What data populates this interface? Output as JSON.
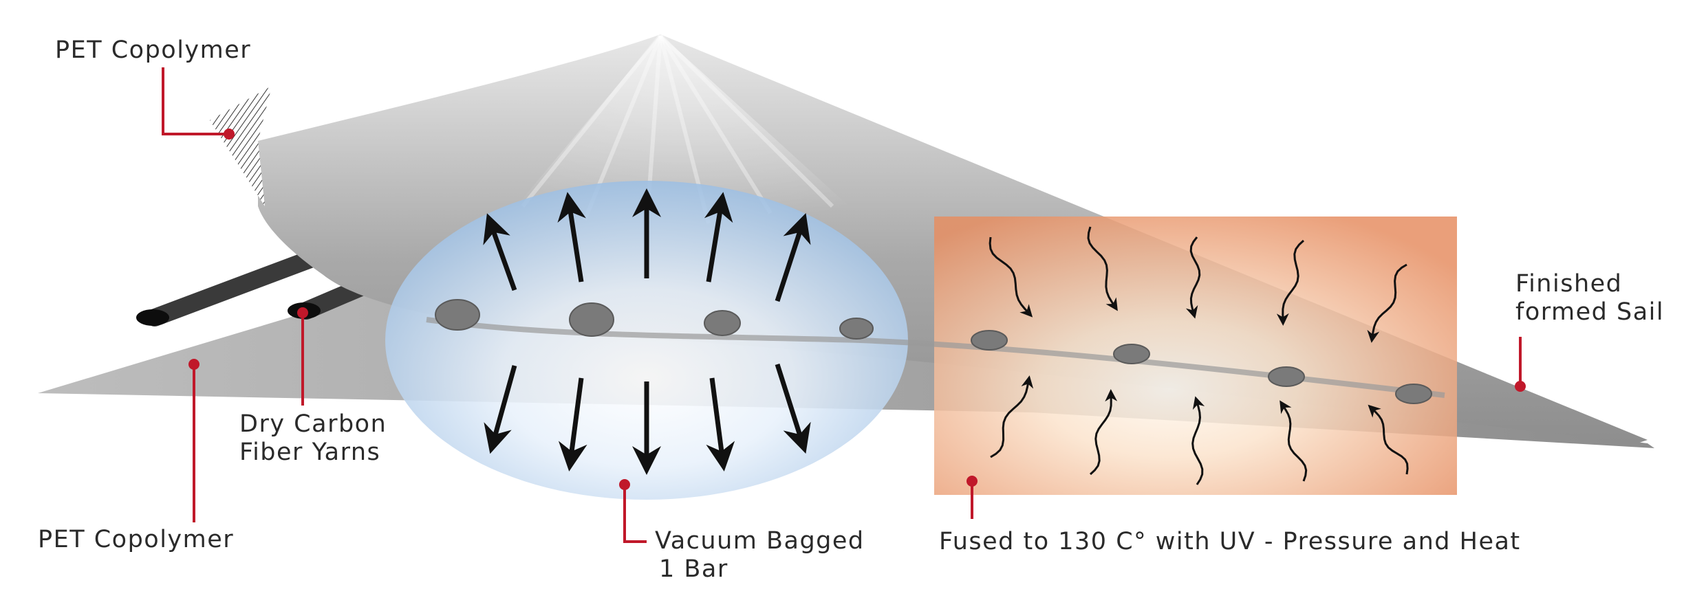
{
  "labels": {
    "pet_top": "PET Copolymer",
    "pet_bottom": "PET Copolymer",
    "carbon_line1": "Dry Carbon",
    "carbon_line2": "Fiber Yarns",
    "vacuum_line1": "Vacuum Bagged",
    "vacuum_line2": "1 Bar",
    "fused": "Fused to 130 C° with UV - Pressure and Heat",
    "finished_line1": "Finished",
    "finished_line2": "formed Sail"
  },
  "colors": {
    "callout": "#c0182a",
    "arrow": "#111111",
    "vacuum_zone": "#a9c6e6",
    "heat_zone": "#e9946a",
    "sail": "#8a8a8a",
    "yarn": "#1c1c1c"
  },
  "icons": {
    "vacuum_arrow": "straight-arrow",
    "heat_arrow": "wavy-arrow"
  }
}
